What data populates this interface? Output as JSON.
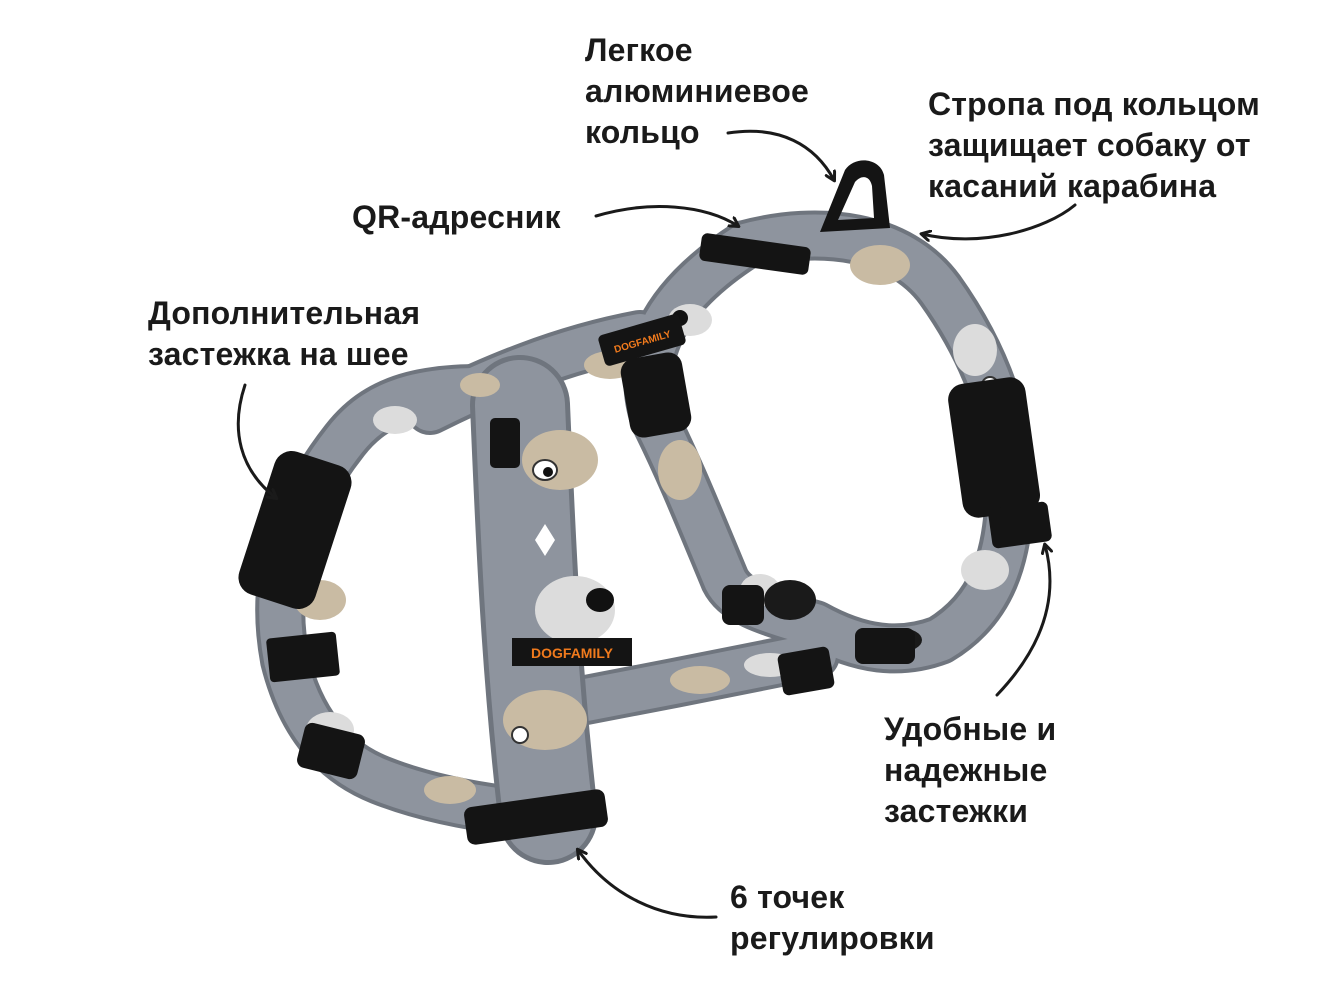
{
  "callouts": {
    "ring": "Легкое\nалюминиевое\nкольцо",
    "strap": "Стропа под кольцом\nзащищает собаку от\nкасаний карабина",
    "qr": "QR-адресник",
    "neck": "Дополнительная\nзастежка на шее",
    "clasps": "Удобные и\nнадежные\nзастежки",
    "adjust": "6 точек\nрегулировки"
  },
  "brand": {
    "tag_front": "DOGFAMILY",
    "tag_back": "DOGFAMILY"
  },
  "colors": {
    "webbing": "#8e949e",
    "webbing_edge": "#6f757e",
    "print_beige": "#c9bba3",
    "print_light": "#dcdcdc",
    "hardware": "#141414",
    "tag_text": "#f07a1d",
    "text": "#1a1a1a"
  }
}
